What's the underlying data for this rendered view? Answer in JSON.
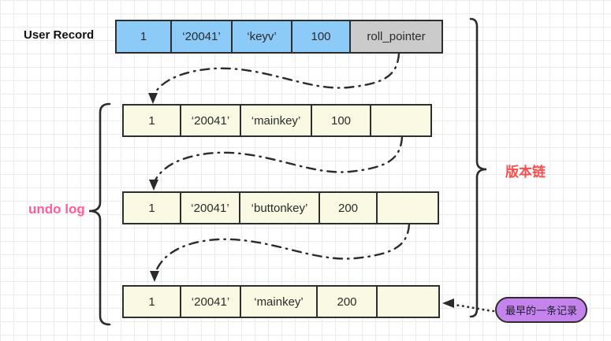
{
  "labels": {
    "user_record": "User Record",
    "undo_log": "undo log",
    "version_chain": "版本链",
    "earliest_record": "最早的一条记录"
  },
  "user_record_row": {
    "cells": [
      "1",
      "‘20041’",
      "‘keyv’",
      "100",
      "roll_pointer"
    ]
  },
  "undo_log_rows": [
    {
      "cells": [
        "1",
        "‘20041’",
        "‘mainkey’",
        "100",
        ""
      ]
    },
    {
      "cells": [
        "1",
        "‘20041’",
        "‘buttonkey’",
        "200",
        ""
      ]
    },
    {
      "cells": [
        "1",
        "‘20041’",
        "‘mainkey’",
        "200",
        ""
      ]
    }
  ],
  "colors": {
    "record_cell": "#8ccaf7",
    "roll_pointer_cell": "#cbcbcb",
    "undo_cell": "#faf9e3",
    "bubble": "#c583ee",
    "undo_log_label": "#ff5c9d",
    "version_chain_label": "#fb4d4d",
    "line": "#2b2b2b"
  }
}
